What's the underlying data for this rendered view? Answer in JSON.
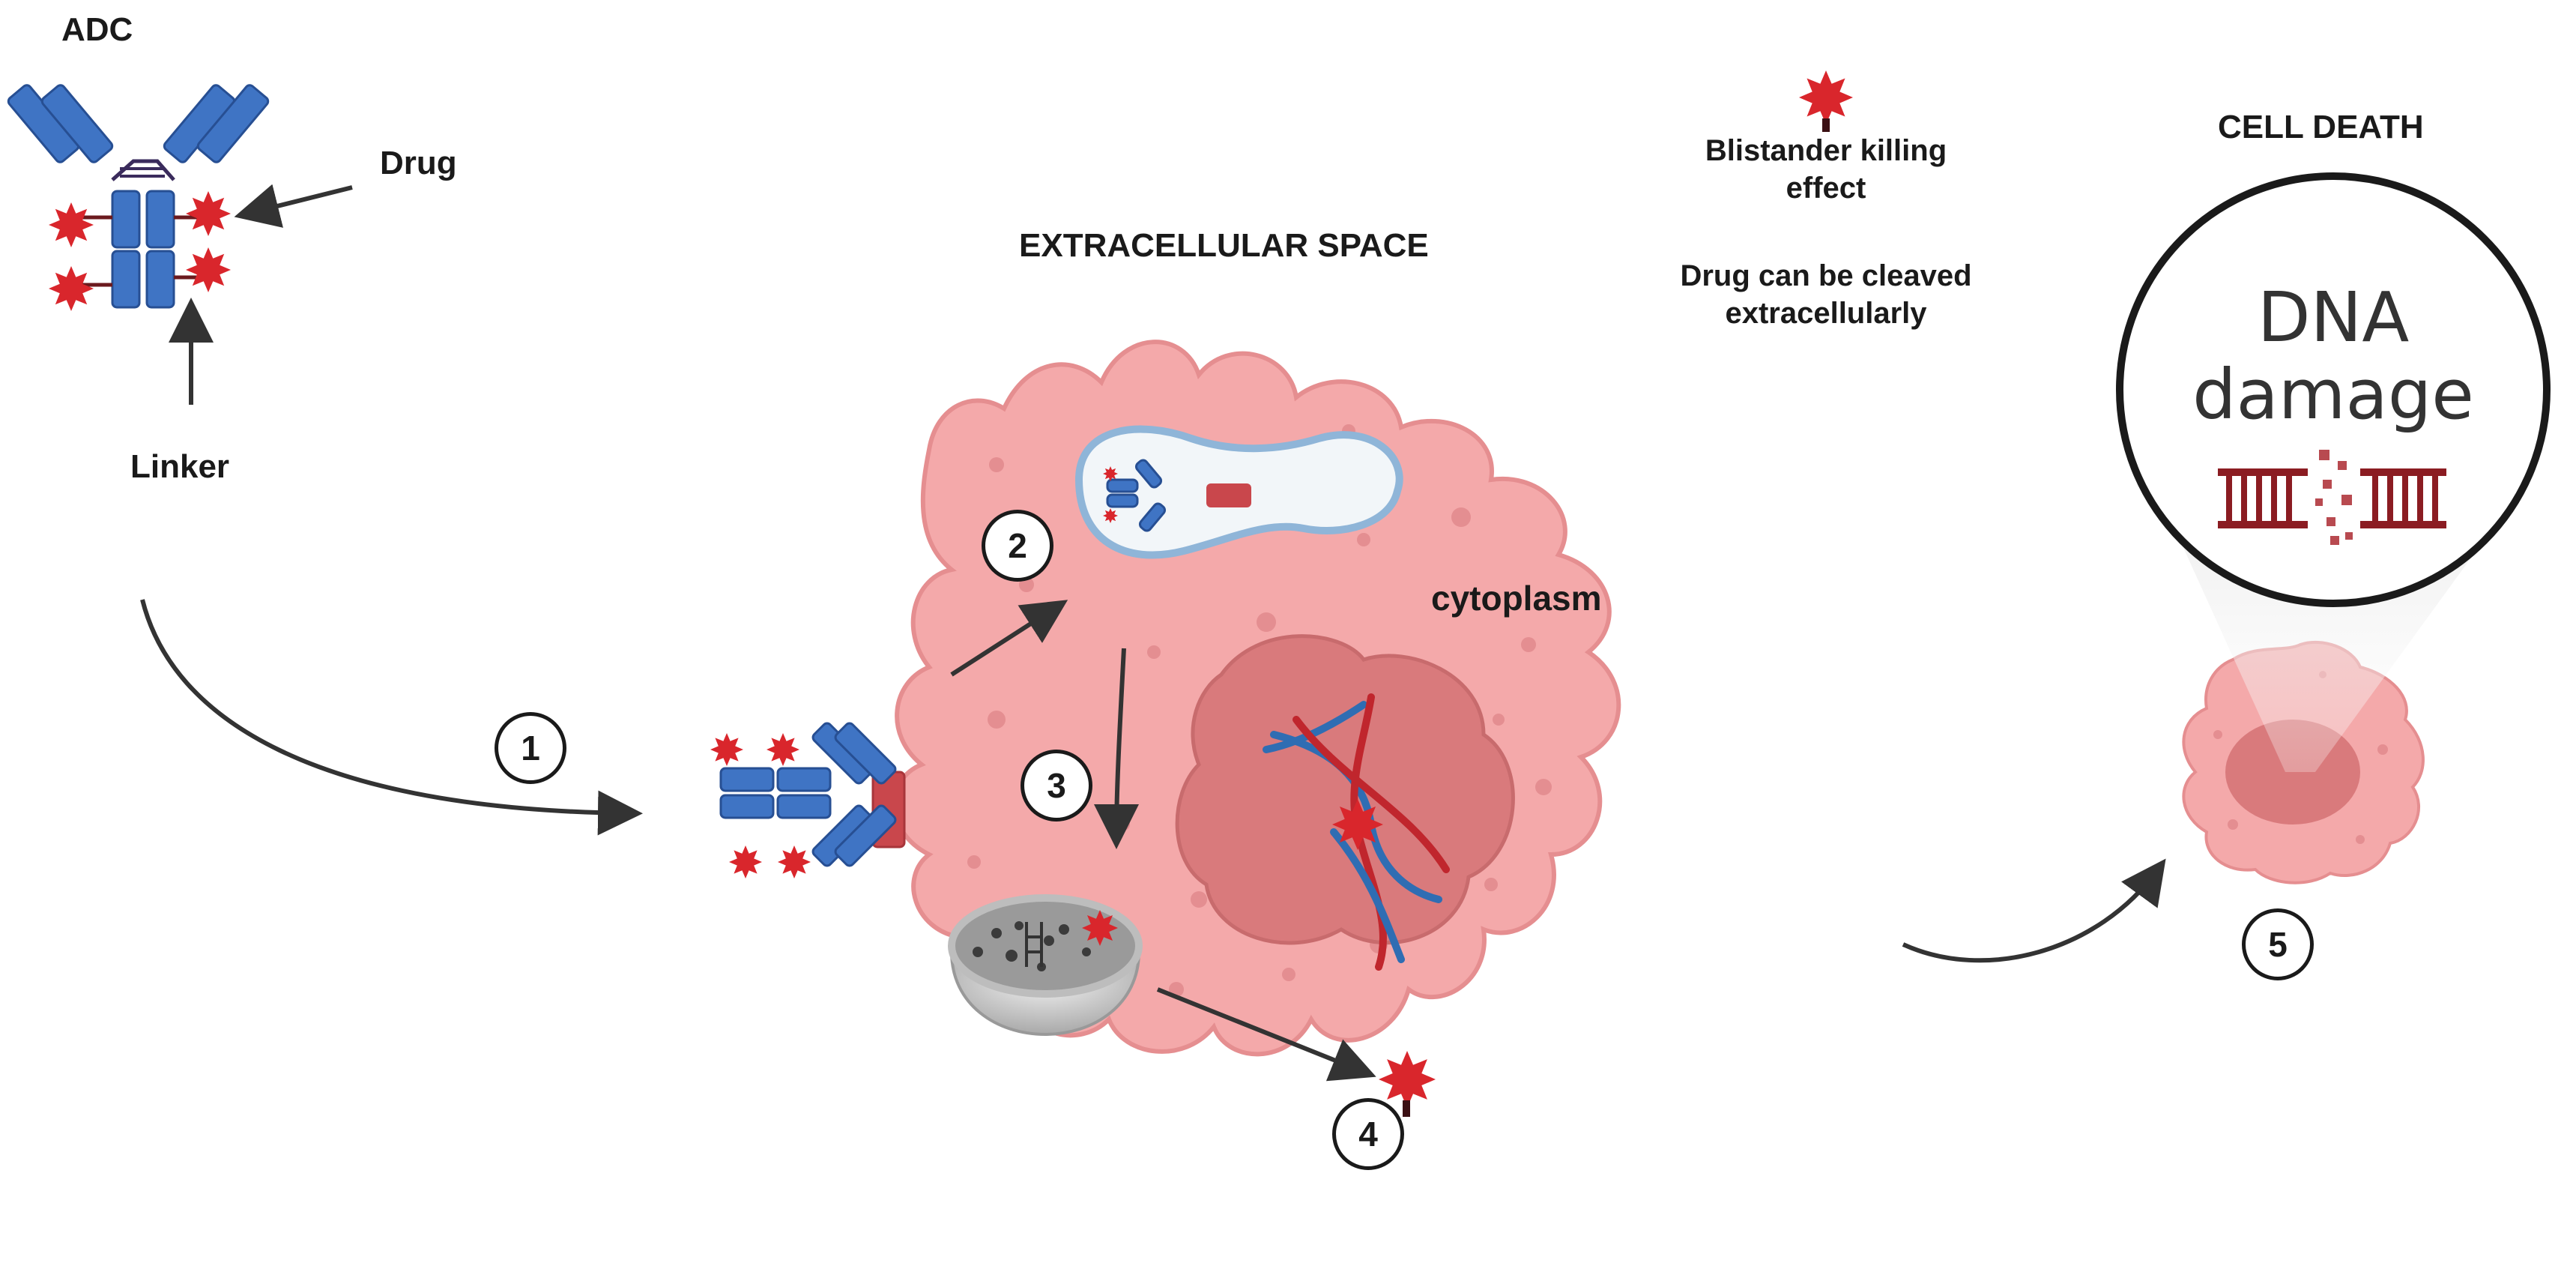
{
  "labels": {
    "adc": "ADC",
    "drug": "Drug",
    "linker": "Linker",
    "extracellular": "EXTRACELLULAR SPACE",
    "bystander_line1": "Blistander killing",
    "bystander_line2": "effect",
    "cleaved_line1": "Drug can be cleaved",
    "cleaved_line2": "extracellularly",
    "cell_death": "CELL DEATH",
    "dna_line1": "DNA",
    "dna_line2": "damage",
    "cytoplasm": "cytoplasm"
  },
  "steps": [
    "1",
    "2",
    "3",
    "4",
    "5"
  ],
  "icons": [
    "antibody-icon",
    "payload-star-icon",
    "receptor-icon",
    "endosome-icon",
    "lysosome-icon",
    "dna-helix-icon",
    "broken-dna-icon",
    "arrow-icon"
  ],
  "colors": {
    "cell": "#f4a9aa",
    "cell_edge": "#e58e90",
    "nucleus": "#d97a7c",
    "antibody": "#3f74c4",
    "antibody_edge": "#274f93",
    "payload": "#d9262c",
    "receptor": "#c9474c",
    "arrow": "#333333"
  }
}
